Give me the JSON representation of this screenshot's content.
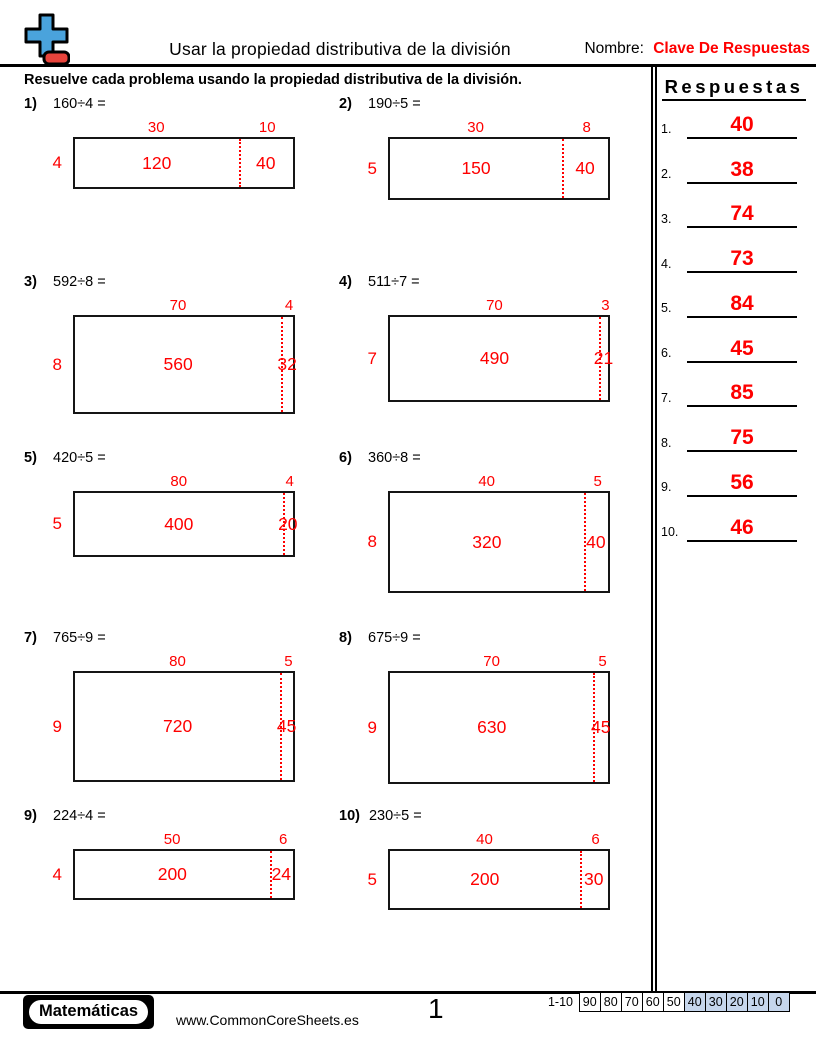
{
  "header": {
    "title": "Usar la propiedad distributiva de la división",
    "name_label": "Nombre:",
    "name_value": "Clave De Respuestas"
  },
  "instructions": "Resuelve cada problema usando la propiedad distributiva de la división.",
  "answers": {
    "title": "Respuestas",
    "items": [
      {
        "num": "1.",
        "value": "40"
      },
      {
        "num": "2.",
        "value": "38"
      },
      {
        "num": "3.",
        "value": "74"
      },
      {
        "num": "4.",
        "value": "73"
      },
      {
        "num": "5.",
        "value": "84"
      },
      {
        "num": "6.",
        "value": "45"
      },
      {
        "num": "7.",
        "value": "85"
      },
      {
        "num": "8.",
        "value": "75"
      },
      {
        "num": "9.",
        "value": "56"
      },
      {
        "num": "10.",
        "value": "46"
      }
    ]
  },
  "problems": [
    {
      "num": "1)",
      "expression": "160÷4 =",
      "divisor": "4",
      "part_left": "30",
      "part_right": "10",
      "product_left": "120",
      "product_right": "40"
    },
    {
      "num": "2)",
      "expression": "190÷5 =",
      "divisor": "5",
      "part_left": "30",
      "part_right": "8",
      "product_left": "150",
      "product_right": "40"
    },
    {
      "num": "3)",
      "expression": "592÷8 =",
      "divisor": "8",
      "part_left": "70",
      "part_right": "4",
      "product_left": "560",
      "product_right": "32"
    },
    {
      "num": "4)",
      "expression": "511÷7 =",
      "divisor": "7",
      "part_left": "70",
      "part_right": "3",
      "product_left": "490",
      "product_right": "21"
    },
    {
      "num": "5)",
      "expression": "420÷5 =",
      "divisor": "5",
      "part_left": "80",
      "part_right": "4",
      "product_left": "400",
      "product_right": "20"
    },
    {
      "num": "6)",
      "expression": "360÷8 =",
      "divisor": "8",
      "part_left": "40",
      "part_right": "5",
      "product_left": "320",
      "product_right": "40"
    },
    {
      "num": "7)",
      "expression": "765÷9 =",
      "divisor": "9",
      "part_left": "80",
      "part_right": "5",
      "product_left": "720",
      "product_right": "45"
    },
    {
      "num": "8)",
      "expression": "675÷9 =",
      "divisor": "9",
      "part_left": "70",
      "part_right": "5",
      "product_left": "630",
      "product_right": "45"
    },
    {
      "num": "9)",
      "expression": "224÷4 =",
      "divisor": "4",
      "part_left": "50",
      "part_right": "6",
      "product_left": "200",
      "product_right": "24"
    },
    {
      "num": "10)",
      "expression": "230÷5 =",
      "divisor": "5",
      "part_left": "40",
      "part_right": "6",
      "product_left": "200",
      "product_right": "30"
    }
  ],
  "footer": {
    "brand": "Matemáticas",
    "website": "www.CommonCoreSheets.es",
    "page": "1",
    "range_label": "1-10",
    "scores": [
      "90",
      "80",
      "70",
      "60",
      "50",
      "40",
      "30",
      "20",
      "10",
      "0"
    ],
    "highlighted_scores": [
      "40",
      "30",
      "20",
      "10",
      "0"
    ]
  },
  "colors": {
    "accent_red": "#fe0000",
    "score_highlight": "#c6d6ec",
    "logo_blue": "#4aa3dc",
    "logo_red": "#e8443c"
  }
}
